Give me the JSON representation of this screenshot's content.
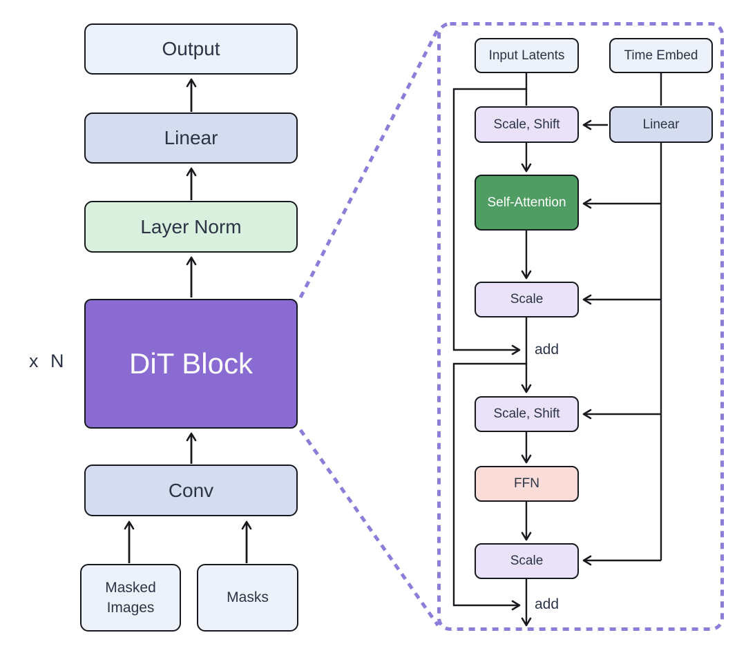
{
  "diagram": {
    "title_semantic": "DiT architecture diagram",
    "repeat_label": "x N",
    "left_column": {
      "output": "Output",
      "linear": "Linear",
      "layer_norm": "Layer Norm",
      "dit_block": "DiT Block",
      "conv": "Conv",
      "masked_images": "Masked Images",
      "masks": "Masks"
    },
    "dit_detail": {
      "input_latents": "Input Latents",
      "time_embed": "Time Embed",
      "scale_shift_1": "Scale, Shift",
      "linear": "Linear",
      "self_attention": "Self-Attention",
      "scale_1": "Scale",
      "add_1": "add",
      "scale_shift_2": "Scale, Shift",
      "ffn": "FFN",
      "scale_2": "Scale",
      "add_2": "add"
    },
    "colors": {
      "lightest": "#edf1fa",
      "peri": "#d6dcf0",
      "lightgreen": "#d9f0de",
      "purple": "#8a6bd1",
      "lavender": "#e9e2f9",
      "green": "#4f9d63",
      "pink": "#fbdcd8",
      "dash": "#8b7ed9",
      "line": "#17191c",
      "textdark": "#2b3345",
      "textlight": "#ffffff"
    }
  }
}
